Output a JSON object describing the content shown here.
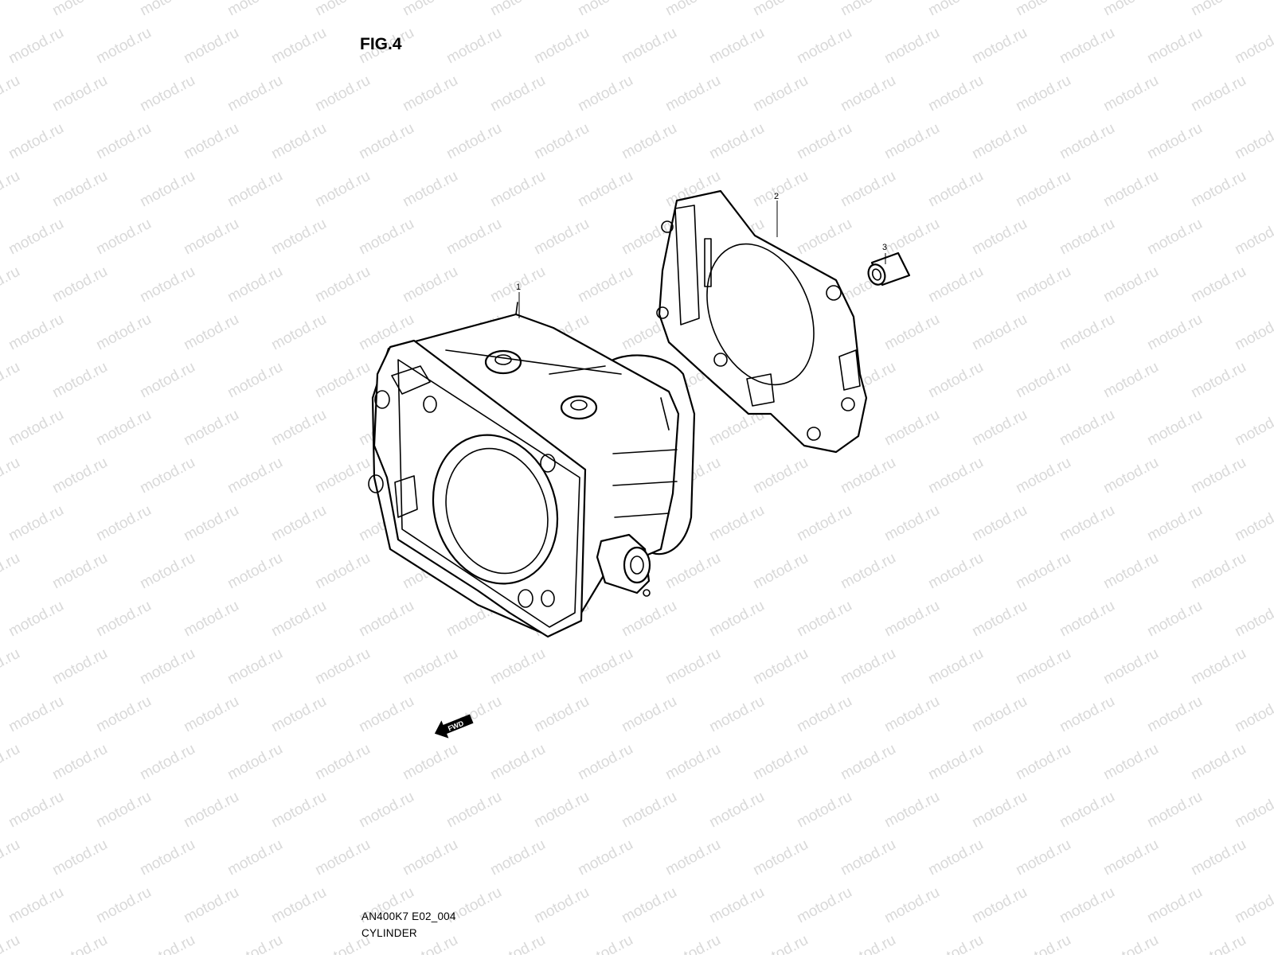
{
  "figure": {
    "title": "FIG.4"
  },
  "watermark": {
    "text": "motod.ru"
  },
  "callouts": [
    {
      "label": "1",
      "part": "cylinder"
    },
    {
      "label": "2",
      "part": "cylinder-head-gasket"
    },
    {
      "label": "3",
      "part": "dowel-pin"
    }
  ],
  "direction_marker": {
    "label": "FWD"
  },
  "caption": {
    "code": "AN400K7 E02_004",
    "name": "CYLINDER"
  },
  "colors": {
    "line": "#000000",
    "background": "#ffffff",
    "watermark": "#d9d9d9"
  }
}
